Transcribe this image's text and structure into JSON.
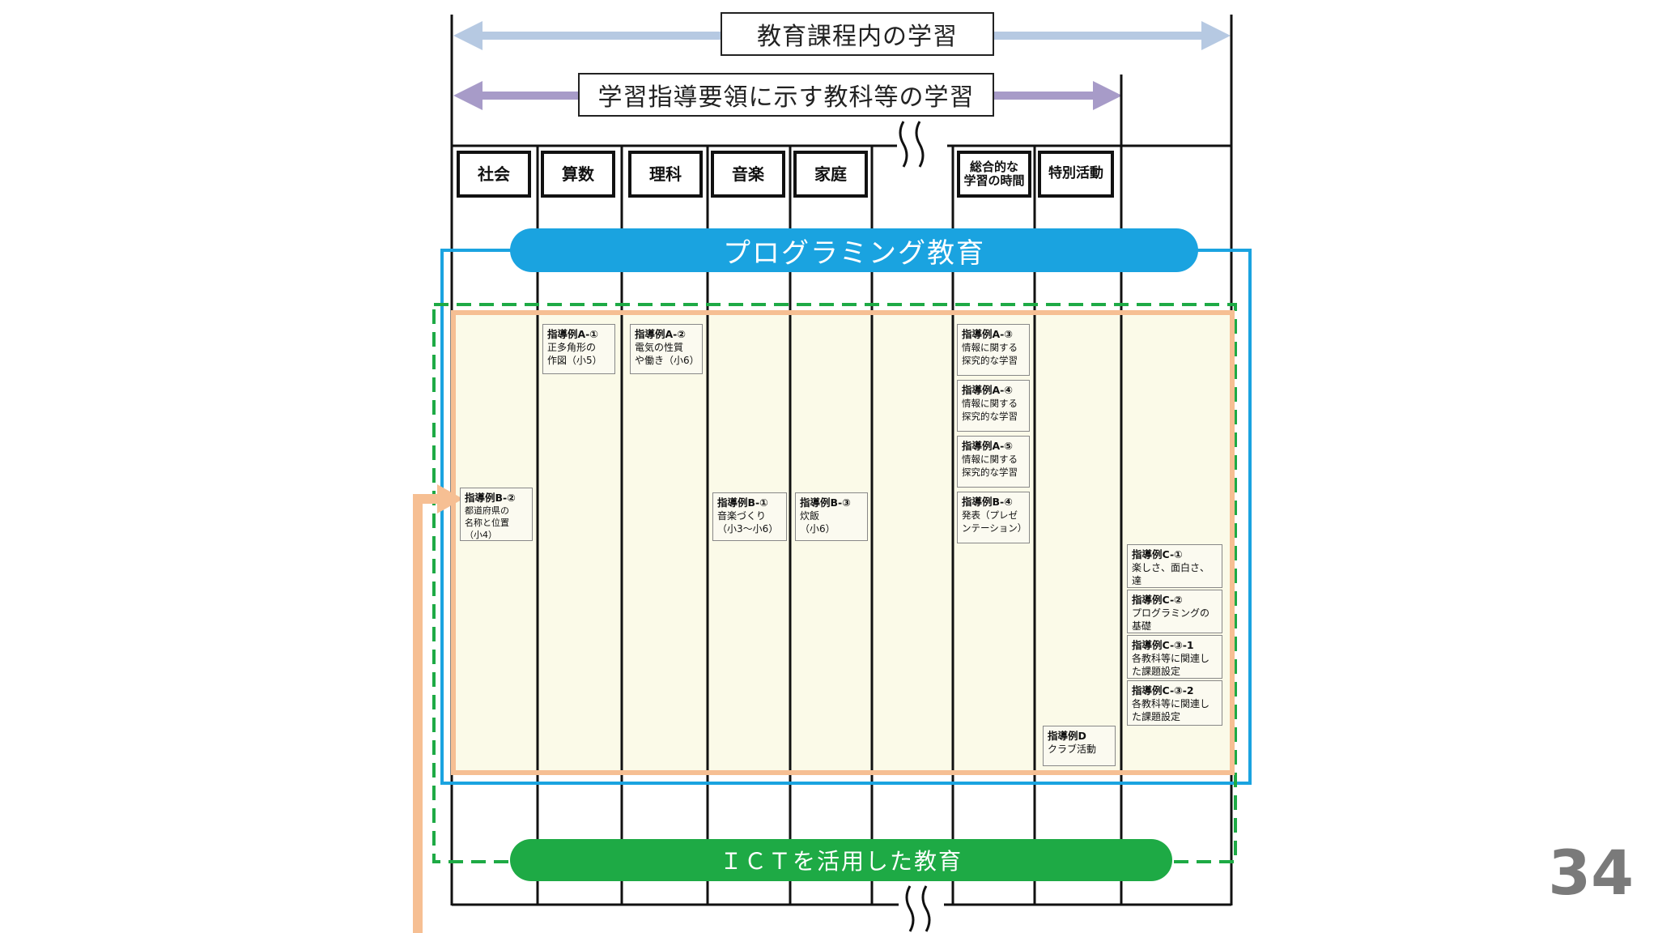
{
  "header": {
    "curriculum_label": "教育課程内の学習",
    "guideline_label": "学習指導要領に示す教科等の学習"
  },
  "subjects": [
    "社会",
    "算数",
    "理科",
    "音楽",
    "家庭",
    "総合的な\n学習の時間",
    "特別活動"
  ],
  "programming_label": "プログラミング教育",
  "ict_label": "ＩＣＴを活用した教育",
  "examples": [
    {
      "title": "指導例B-②",
      "desc": "都道府県の\n名称と位置\n（小4）"
    },
    {
      "title": "指導例A-①",
      "desc": "正多角形の\n作図（小5）"
    },
    {
      "title": "指導例A-②",
      "desc": "電気の性質\nや働き（小6）"
    },
    {
      "title": "指導例B-①",
      "desc": "音楽づくり\n（小3～小6）"
    },
    {
      "title": "指導例B-③",
      "desc": "炊飯\n（小6）"
    },
    {
      "title": "指導例A-③",
      "desc": "情報に関する\n探究的な学習"
    },
    {
      "title": "指導例A-④",
      "desc": "情報に関する\n探究的な学習"
    },
    {
      "title": "指導例A-⑤",
      "desc": "情報に関する\n探究的な学習"
    },
    {
      "title": "指導例B-④",
      "desc": "発表（プレゼ\nンテーション）"
    },
    {
      "title": "指導例D",
      "desc": "クラブ活動"
    },
    {
      "title": "指導例C-①",
      "desc": "楽しさ、面白さ、達\n成感等"
    },
    {
      "title": "指導例C-②",
      "desc": "プログラミングの\n基礎"
    },
    {
      "title": "指導例C-③-1",
      "desc": "各教科等に関連し\nた課題設定"
    },
    {
      "title": "指導例C-③-2",
      "desc": "各教科等に関連し\nた課題設定"
    }
  ],
  "page_number": "34",
  "colors": {
    "curriculum_arrow": "#b6c9e2",
    "guideline_arrow": "#a79bc8",
    "programming": "#1aa3e0",
    "ict": "#1eaa45",
    "orange": "#f6bf93",
    "cream": "#fbfae8"
  }
}
